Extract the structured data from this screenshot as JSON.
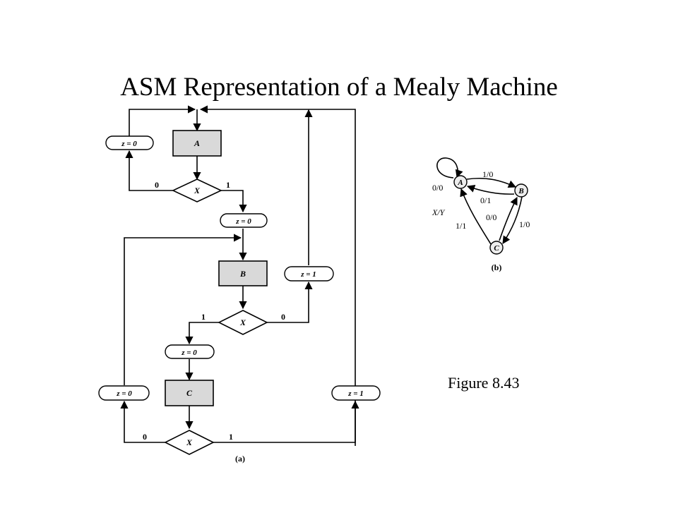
{
  "title": "ASM Representation of a Mealy Machine",
  "figure_label": "Figure 8.43",
  "asm_chart": {
    "caption": "(a)",
    "states": [
      {
        "name": "A",
        "decision": "X",
        "out_0_label": "0",
        "out_1_label": "1",
        "output_on_0": "z = 0",
        "output_on_1": "z = 0"
      },
      {
        "name": "B",
        "decision": "X",
        "out_0_label": "0",
        "out_1_label": "1",
        "output_on_0": "z = 1",
        "output_on_1": "z = 0"
      },
      {
        "name": "C",
        "decision": "X",
        "out_0_label": "0",
        "out_1_label": "1",
        "output_on_0": "z = 0",
        "output_on_1": "z = 1"
      }
    ]
  },
  "state_diagram": {
    "caption": "(b)",
    "key_label": "X/Y",
    "nodes": [
      "A",
      "B",
      "C"
    ],
    "edges": [
      {
        "from": "A",
        "to": "A",
        "label": "0/0"
      },
      {
        "from": "A",
        "to": "B",
        "label": "1/0"
      },
      {
        "from": "B",
        "to": "A",
        "label": "0/1"
      },
      {
        "from": "B",
        "to": "C",
        "label": "1/0"
      },
      {
        "from": "C",
        "to": "B",
        "label": "0/0"
      },
      {
        "from": "C",
        "to": "A",
        "label": "1/1"
      }
    ]
  }
}
